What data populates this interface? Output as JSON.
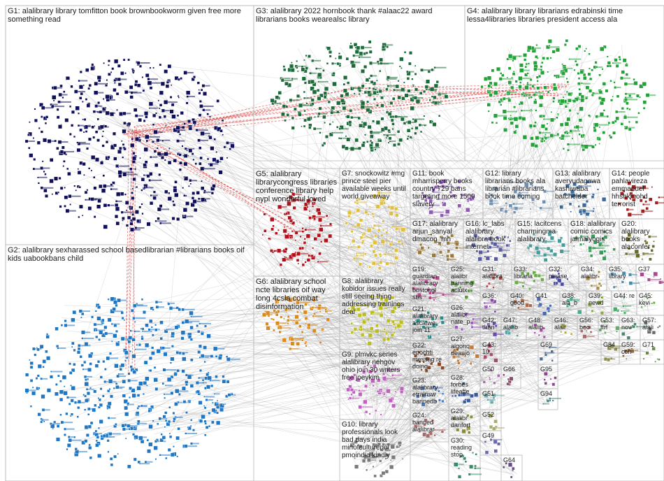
{
  "groups": [
    {
      "id": "G1",
      "label": "G1: alalibrary library tomfitton book brownbookworm given free more something read",
      "color": "#10105a"
    },
    {
      "id": "G2",
      "label": "G2: alalibrary sexharassed school basedlibrarian #librarians books oif kids uabookbans child",
      "color": "#1f77c4"
    },
    {
      "id": "G3",
      "label": "G3: alalibrary 2022 hornbook thank #alaac22 award librarians books wearealsc library",
      "color": "#1d6b3a"
    },
    {
      "id": "G4",
      "label": "G4: alalibrary library librarians edrabinski time lessa4libraries libraries president access ala",
      "color": "#23a23a"
    },
    {
      "id": "G5",
      "label": "G5: alalibrary librarycongress libraries conference library help nypl wonderful loved",
      "color": "#b0121b"
    },
    {
      "id": "G6",
      "label": "G6: alalibrary school ncte libraries oif way long 4csla combat disinformation",
      "color": "#d98a1c"
    },
    {
      "id": "G7",
      "label": "G7: snockowitz #mg prince steel pier available weeks until world giveaway",
      "color": "#e0c040"
    },
    {
      "id": "G8",
      "label": "G8: alalibrary kobidor issues really still seeing thing addressing trainings deal",
      "color": "#bcbd22"
    },
    {
      "id": "G9",
      "label": "G9: plmvkc series alalibrary nehgov ohio join 30 writers free joeykim",
      "color": "#c060c0"
    },
    {
      "id": "G10",
      "label": "G10: library professionals look bad days india minofculturegoi pmoindia kindly",
      "color": "#7a7a7a"
    },
    {
      "id": "G11",
      "label": "G11: book mharrisperry books country 729 bans targeting more 1500 slavery",
      "color": "#8e5ab4"
    },
    {
      "id": "G12",
      "label": "G12: library librarians books ala librarian #librarians book time coming",
      "color": "#6f8fb0"
    },
    {
      "id": "G13",
      "label": "G13: alalibrary averyudagawa kashiwaba batchelder",
      "color": "#3a6a9a"
    },
    {
      "id": "G14",
      "label": "G14: people pahlavireza emmanuel hhshkmohd terrorist",
      "color": "#a02020"
    },
    {
      "id": "G15",
      "label": "G15: lacitcens charmingma alalibrary",
      "color": "#4a9a9a"
    },
    {
      "id": "G16",
      "label": "G16: lc_labs alalibrary alalibra book internet",
      "color": "#5a5aa0"
    },
    {
      "id": "G17",
      "label": "G17: alalibrary arjun_sanyal dmacon_mh",
      "color": "#9a7a3a"
    },
    {
      "id": "G18",
      "label": "G18: alalibrary comic comics jaimalyogis",
      "color": "#3a9a5a"
    },
    {
      "id": "G19",
      "label": "G19: guardian alalibrary bostongl sbs",
      "color": "#b04a8a"
    },
    {
      "id": "G20",
      "label": "G20: alalibrary books alaconfer",
      "color": "#6a6a2a"
    },
    {
      "id": "G21",
      "label": "G21: alalibrary ascatwe join 11",
      "color": "#2a8a8a"
    },
    {
      "id": "G22",
      "label": "G22: epochti messag re doing",
      "color": "#8a4a2a"
    },
    {
      "id": "G23",
      "label": "G23: alalibrary etrainsw bannedb",
      "color": "#4a7ac0"
    },
    {
      "id": "G24",
      "label": "G24: banned alalibrar",
      "color": "#aa6a6a"
    },
    {
      "id": "G25",
      "label": "G25: alalibr banning aclutx",
      "color": "#5a9a3a"
    },
    {
      "id": "G26",
      "label": "G26: alalibr nate_p",
      "color": "#9a5ac0"
    },
    {
      "id": "G27",
      "label": "G27: algonq deanjo",
      "color": "#c07a3a"
    },
    {
      "id": "G28",
      "label": "G28: forbes lifeafte",
      "color": "#3a5a9a"
    },
    {
      "id": "G29",
      "label": "G29: alalibr danfort",
      "color": "#8a8a3a"
    },
    {
      "id": "G30",
      "label": "G30: reading stop",
      "color": "#3a8a6a"
    },
    {
      "id": "G31",
      "label": "G31: alalibra",
      "color": "#aa4a4a"
    },
    {
      "id": "G32",
      "label": "G32: please",
      "color": "#4a4aaa"
    },
    {
      "id": "G33",
      "label": "G33: libraria",
      "color": "#6aaa4a"
    },
    {
      "id": "G34",
      "label": "G34: alalibr",
      "color": "#aa8a4a"
    },
    {
      "id": "G35",
      "label": "G35: library",
      "color": "#4a8aaa"
    },
    {
      "id": "G36",
      "label": "G36:",
      "color": "#8a4aaa"
    },
    {
      "id": "G37",
      "label": "G37",
      "color": "#aa4a8a"
    },
    {
      "id": "G38",
      "label": "G38: ala_b",
      "color": "#4aaa8a"
    },
    {
      "id": "G39",
      "label": "G39: newd",
      "color": "#8aaa4a"
    },
    {
      "id": "G40",
      "label": "G40: good",
      "color": "#aa6a4a"
    },
    {
      "id": "G41",
      "label": "G41",
      "color": "#4a6aaa"
    },
    {
      "id": "G42",
      "label": "G42: than",
      "color": "#6a4aaa"
    },
    {
      "id": "G43",
      "label": "G43: 10",
      "color": "#aa4a6a"
    },
    {
      "id": "G44",
      "label": "G44: re",
      "color": "#4aaa6a"
    },
    {
      "id": "G45",
      "label": "G45: kevi",
      "color": "#6aaa4a"
    },
    {
      "id": "G46",
      "label": "G46: alali",
      "color": "#aaaa4a"
    },
    {
      "id": "G47",
      "label": "G47: alalib",
      "color": "#4aaaaa"
    },
    {
      "id": "G48",
      "label": "G48: alalib",
      "color": "#aa4aaa"
    },
    {
      "id": "G49",
      "label": "G49",
      "color": "#6a6aaa"
    },
    {
      "id": "G50",
      "label": "G50",
      "color": "#aa6aaa"
    },
    {
      "id": "G51",
      "label": "G51",
      "color": "#6aaaaa"
    },
    {
      "id": "G52",
      "label": "G52",
      "color": "#aaaa6a"
    },
    {
      "id": "G53",
      "label": "G53: ffrf",
      "color": "#6aaa6a"
    },
    {
      "id": "G56",
      "label": "G56: boo",
      "color": "#aa6a6a"
    },
    {
      "id": "G57",
      "label": "G57: alali",
      "color": "#6a6a6a"
    },
    {
      "id": "G59",
      "label": "G59: con",
      "color": "#8a6a4a"
    },
    {
      "id": "G63",
      "label": "G63: nov",
      "color": "#4a8a6a"
    },
    {
      "id": "G64",
      "label": "G64",
      "color": "#6a4a8a"
    },
    {
      "id": "G66",
      "label": "G66",
      "color": "#8a4a6a"
    },
    {
      "id": "G69",
      "label": "G69",
      "color": "#4a6a8a"
    },
    {
      "id": "G71",
      "label": "G71",
      "color": "#6a8a4a"
    },
    {
      "id": "G84",
      "label": "G84",
      "color": "#8a8a4a"
    },
    {
      "id": "G94",
      "label": "G94",
      "color": "#4a8a8a"
    },
    {
      "id": "G95",
      "label": "G95",
      "color": "#8a4a8a"
    }
  ],
  "layout_cells": {
    "G1": [
      8,
      8,
      355,
      342
    ],
    "G2": [
      8,
      350,
      355,
      338
    ],
    "G3": [
      363,
      8,
      302,
      222
    ],
    "G4": [
      665,
      8,
      285,
      222
    ],
    "G5": [
      363,
      241,
      123,
      154
    ],
    "G6": [
      363,
      395,
      123,
      112
    ],
    "G7": [
      486,
      241,
      101,
      154
    ],
    "G8": [
      486,
      395,
      101,
      105
    ],
    "G9": [
      486,
      500,
      101,
      100
    ],
    "G10": [
      486,
      600,
      101,
      88
    ],
    "G11": [
      587,
      241,
      104,
      72
    ],
    "G12": [
      691,
      241,
      100,
      72
    ],
    "G13": [
      791,
      241,
      81,
      72
    ],
    "G14": [
      872,
      241,
      78,
      72
    ],
    "G15": [
      737,
      313,
      76,
      65
    ],
    "G16": [
      663,
      313,
      74,
      65
    ],
    "G17": [
      587,
      313,
      76,
      65
    ],
    "G18": [
      813,
      313,
      73,
      65
    ],
    "G20": [
      886,
      313,
      64,
      65
    ],
    "G19": [
      587,
      378,
      55,
      57
    ],
    "G21": [
      587,
      435,
      55,
      52
    ],
    "G22": [
      587,
      487,
      55,
      50
    ],
    "G23": [
      587,
      537,
      55,
      50
    ],
    "G24": [
      587,
      587,
      55,
      45
    ],
    "G25": [
      642,
      378,
      45,
      55
    ],
    "G26": [
      642,
      433,
      45,
      45
    ],
    "G27": [
      642,
      478,
      45,
      55
    ],
    "G28": [
      642,
      533,
      45,
      48
    ],
    "G29": [
      642,
      581,
      45,
      42
    ],
    "G30": [
      642,
      623,
      45,
      65
    ],
    "G31": [
      687,
      378,
      45,
      38
    ],
    "G33": [
      732,
      378,
      50,
      38
    ],
    "G32": [
      782,
      378,
      46,
      38
    ],
    "G34": [
      828,
      378,
      40,
      38
    ],
    "G35": [
      868,
      378,
      42,
      38
    ],
    "G37": [
      910,
      378,
      40,
      38
    ],
    "G36": [
      687,
      416,
      40,
      35
    ],
    "G40": [
      727,
      416,
      36,
      35
    ],
    "G41": [
      763,
      416,
      38,
      35
    ],
    "G38": [
      801,
      416,
      38,
      35
    ],
    "G39": [
      839,
      416,
      36,
      35
    ],
    "G44": [
      875,
      416,
      36,
      35
    ],
    "G45": [
      911,
      416,
      39,
      35
    ],
    "G42": [
      687,
      451,
      30,
      35
    ],
    "G47": [
      717,
      451,
      36,
      35
    ],
    "G48": [
      753,
      451,
      37,
      35
    ],
    "G46": [
      790,
      451,
      36,
      35
    ],
    "G56": [
      826,
      451,
      30,
      35
    ],
    "G53": [
      856,
      451,
      30,
      35
    ],
    "G63": [
      886,
      451,
      30,
      35
    ],
    "G57": [
      916,
      451,
      34,
      35
    ],
    "G43": [
      687,
      486,
      30,
      35
    ],
    "G59": [
      886,
      486,
      30,
      35
    ],
    "G50": [
      687,
      521,
      30,
      35
    ],
    "G51": [
      687,
      556,
      30,
      30
    ],
    "G52": [
      687,
      586,
      30,
      30
    ],
    "G49": [
      687,
      616,
      30,
      35
    ],
    "G66": [
      717,
      521,
      28,
      35
    ],
    "G94": [
      770,
      556,
      28,
      30
    ],
    "G95": [
      770,
      521,
      28,
      35
    ],
    "G69": [
      770,
      486,
      28,
      35
    ],
    "G84": [
      860,
      486,
      26,
      35
    ],
    "G71": [
      916,
      486,
      34,
      35
    ],
    "G64": [
      717,
      651,
      30,
      37
    ]
  }
}
